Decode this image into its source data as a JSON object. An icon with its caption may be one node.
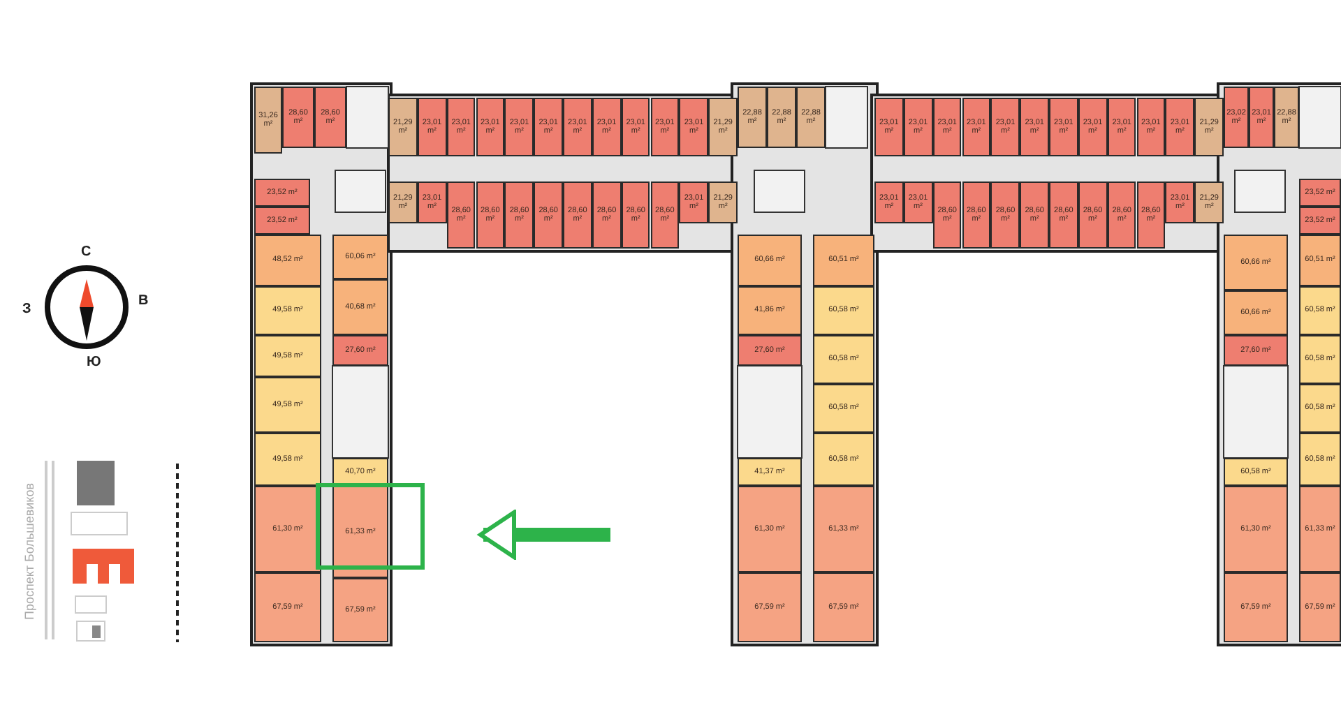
{
  "diagram": {
    "nodes": [
      {
        "text": [
          "31,26 m²"
        ]
      },
      {
        "text": [
          "28,60 m²"
        ]
      },
      {
        "text": [
          "28,60 m²"
        ]
      },
      {
        "text": [
          "23,52 m²"
        ]
      },
      {
        "text": [
          "23,52 m²"
        ]
      },
      {
        "text": [
          "48,52 m²"
        ]
      },
      {
        "text": [
          "60,06 m²"
        ]
      },
      {
        "text": [
          "49,58 m²"
        ]
      },
      {
        "text": [
          "40,68 m²"
        ]
      },
      {
        "text": [
          "49,58 m²"
        ]
      },
      {
        "text": [
          "27,60 m²"
        ]
      },
      {
        "text": [
          "49,58 m²"
        ]
      },
      {
        "text": [
          "49,58 m²"
        ]
      },
      {
        "text": [
          "40,70 m²"
        ]
      },
      {
        "text": [
          "61,30 m²"
        ]
      },
      {
        "text": [
          "61,33 m²"
        ]
      },
      {
        "text": [
          "67,59 m²"
        ]
      },
      {
        "text": [
          "67,59 m²"
        ]
      },
      {
        "text": [
          "21,29 m²"
        ]
      },
      {
        "text": [
          "23,01 m²"
        ]
      },
      {
        "text": [
          "23,01 m²"
        ]
      },
      {
        "text": [
          "23,01 m²"
        ]
      },
      {
        "text": [
          "23,01 m²"
        ]
      },
      {
        "text": [
          "23,01 m²"
        ]
      },
      {
        "text": [
          "23,01 m²"
        ]
      },
      {
        "text": [
          "23,01 m²"
        ]
      },
      {
        "text": [
          "23,01 m²"
        ]
      },
      {
        "text": [
          "23,01 m²"
        ]
      },
      {
        "text": [
          "23,01 m²"
        ]
      },
      {
        "text": [
          "21,29 m²"
        ]
      },
      {
        "text": [
          "21,29 m²"
        ]
      },
      {
        "text": [
          "23,01 m²"
        ]
      },
      {
        "text": [
          "28,60 m²"
        ]
      },
      {
        "text": [
          "28,60 m²"
        ]
      },
      {
        "text": [
          "28,60 m²"
        ]
      },
      {
        "text": [
          "28,60 m²"
        ]
      },
      {
        "text": [
          "28,60 m²"
        ]
      },
      {
        "text": [
          "28,60 m²"
        ]
      },
      {
        "text": [
          "28,60 m²"
        ]
      },
      {
        "text": [
          "28,60 m²"
        ]
      },
      {
        "text": [
          "23,01 m²"
        ]
      },
      {
        "text": [
          "21,29 m²"
        ]
      },
      {
        "text": [
          "22,88 m²"
        ]
      },
      {
        "text": [
          "22,88 m²"
        ]
      },
      {
        "text": [
          "22,88 m²"
        ]
      },
      {
        "text": [
          "60,66 m²"
        ]
      },
      {
        "text": [
          "60,51 m²"
        ]
      },
      {
        "text": [
          "41,86 m²"
        ]
      },
      {
        "text": [
          "60,58 m²"
        ]
      },
      {
        "text": [
          "27,60 m²"
        ]
      },
      {
        "text": [
          "60,58 m²"
        ]
      },
      {
        "text": [
          "60,58 m²"
        ]
      },
      {
        "text": [
          "60,58 m²"
        ]
      },
      {
        "text": [
          "41,37 m²"
        ]
      },
      {
        "text": [
          "61,30 m²"
        ]
      },
      {
        "text": [
          "61,33 m²"
        ]
      },
      {
        "text": [
          "67,59 m²"
        ]
      },
      {
        "text": [
          "67,59 m²"
        ]
      },
      {
        "text": [
          "23,01 m²"
        ]
      },
      {
        "text": [
          "23,01 m²"
        ]
      },
      {
        "text": [
          "23,01 m²"
        ]
      },
      {
        "text": [
          "23,01 m²"
        ]
      },
      {
        "text": [
          "23,01 m²"
        ]
      },
      {
        "text": [
          "23,01 m²"
        ]
      },
      {
        "text": [
          "23,01 m²"
        ]
      },
      {
        "text": [
          "23,01 m²"
        ]
      },
      {
        "text": [
          "23,01 m²"
        ]
      },
      {
        "text": [
          "23,01 m²"
        ]
      },
      {
        "text": [
          "23,01 m²"
        ]
      },
      {
        "text": [
          "21,29 m²"
        ]
      },
      {
        "text": [
          "23,01 m²"
        ]
      },
      {
        "text": [
          "23,01 m²"
        ]
      },
      {
        "text": [
          "28,60 m²"
        ]
      },
      {
        "text": [
          "28,60 m²"
        ]
      },
      {
        "text": [
          "28,60 m²"
        ]
      },
      {
        "text": [
          "28,60 m²"
        ]
      },
      {
        "text": [
          "28,60 m²"
        ]
      },
      {
        "text": [
          "28,60 m²"
        ]
      },
      {
        "text": [
          "28,60 m²"
        ]
      },
      {
        "text": [
          "28,60 m²"
        ]
      },
      {
        "text": [
          "23,01 m²"
        ]
      },
      {
        "text": [
          "21,29 m²"
        ]
      },
      {
        "text": [
          "23,02 m²"
        ]
      },
      {
        "text": [
          "23,01 m²"
        ]
      },
      {
        "text": [
          "22,88 m²"
        ]
      },
      {
        "text": [
          "23,52 m²"
        ]
      },
      {
        "text": [
          "23,52 m²"
        ]
      },
      {
        "text": [
          "60,66 m²"
        ]
      },
      {
        "text": [
          "60,51 m²"
        ]
      },
      {
        "text": [
          "60,66 m²"
        ]
      },
      {
        "text": [
          "60,58 m²"
        ]
      },
      {
        "text": [
          "27,60 m²"
        ]
      },
      {
        "text": [
          "60,58 m²"
        ]
      },
      {
        "text": [
          "60,58 m²"
        ]
      },
      {
        "text": [
          "60,58 m²"
        ]
      },
      {
        "text": [
          "60,58 m²"
        ]
      },
      {
        "text": [
          "61,30 m²"
        ]
      },
      {
        "text": [
          "61,33 m²"
        ]
      },
      {
        "text": [
          "67,59 m²"
        ]
      },
      {
        "text": [
          "67,59 m²"
        ]
      },
      {
        "text": [],
        "shape": "box"
      }
    ],
    "edges": [
      {
        "from": null,
        "to": 100,
        "arrow": "to"
      }
    ],
    "labels": [
      "С",
      "З",
      "В",
      "Ю",
      "Проспект Большевиков"
    ]
  }
}
